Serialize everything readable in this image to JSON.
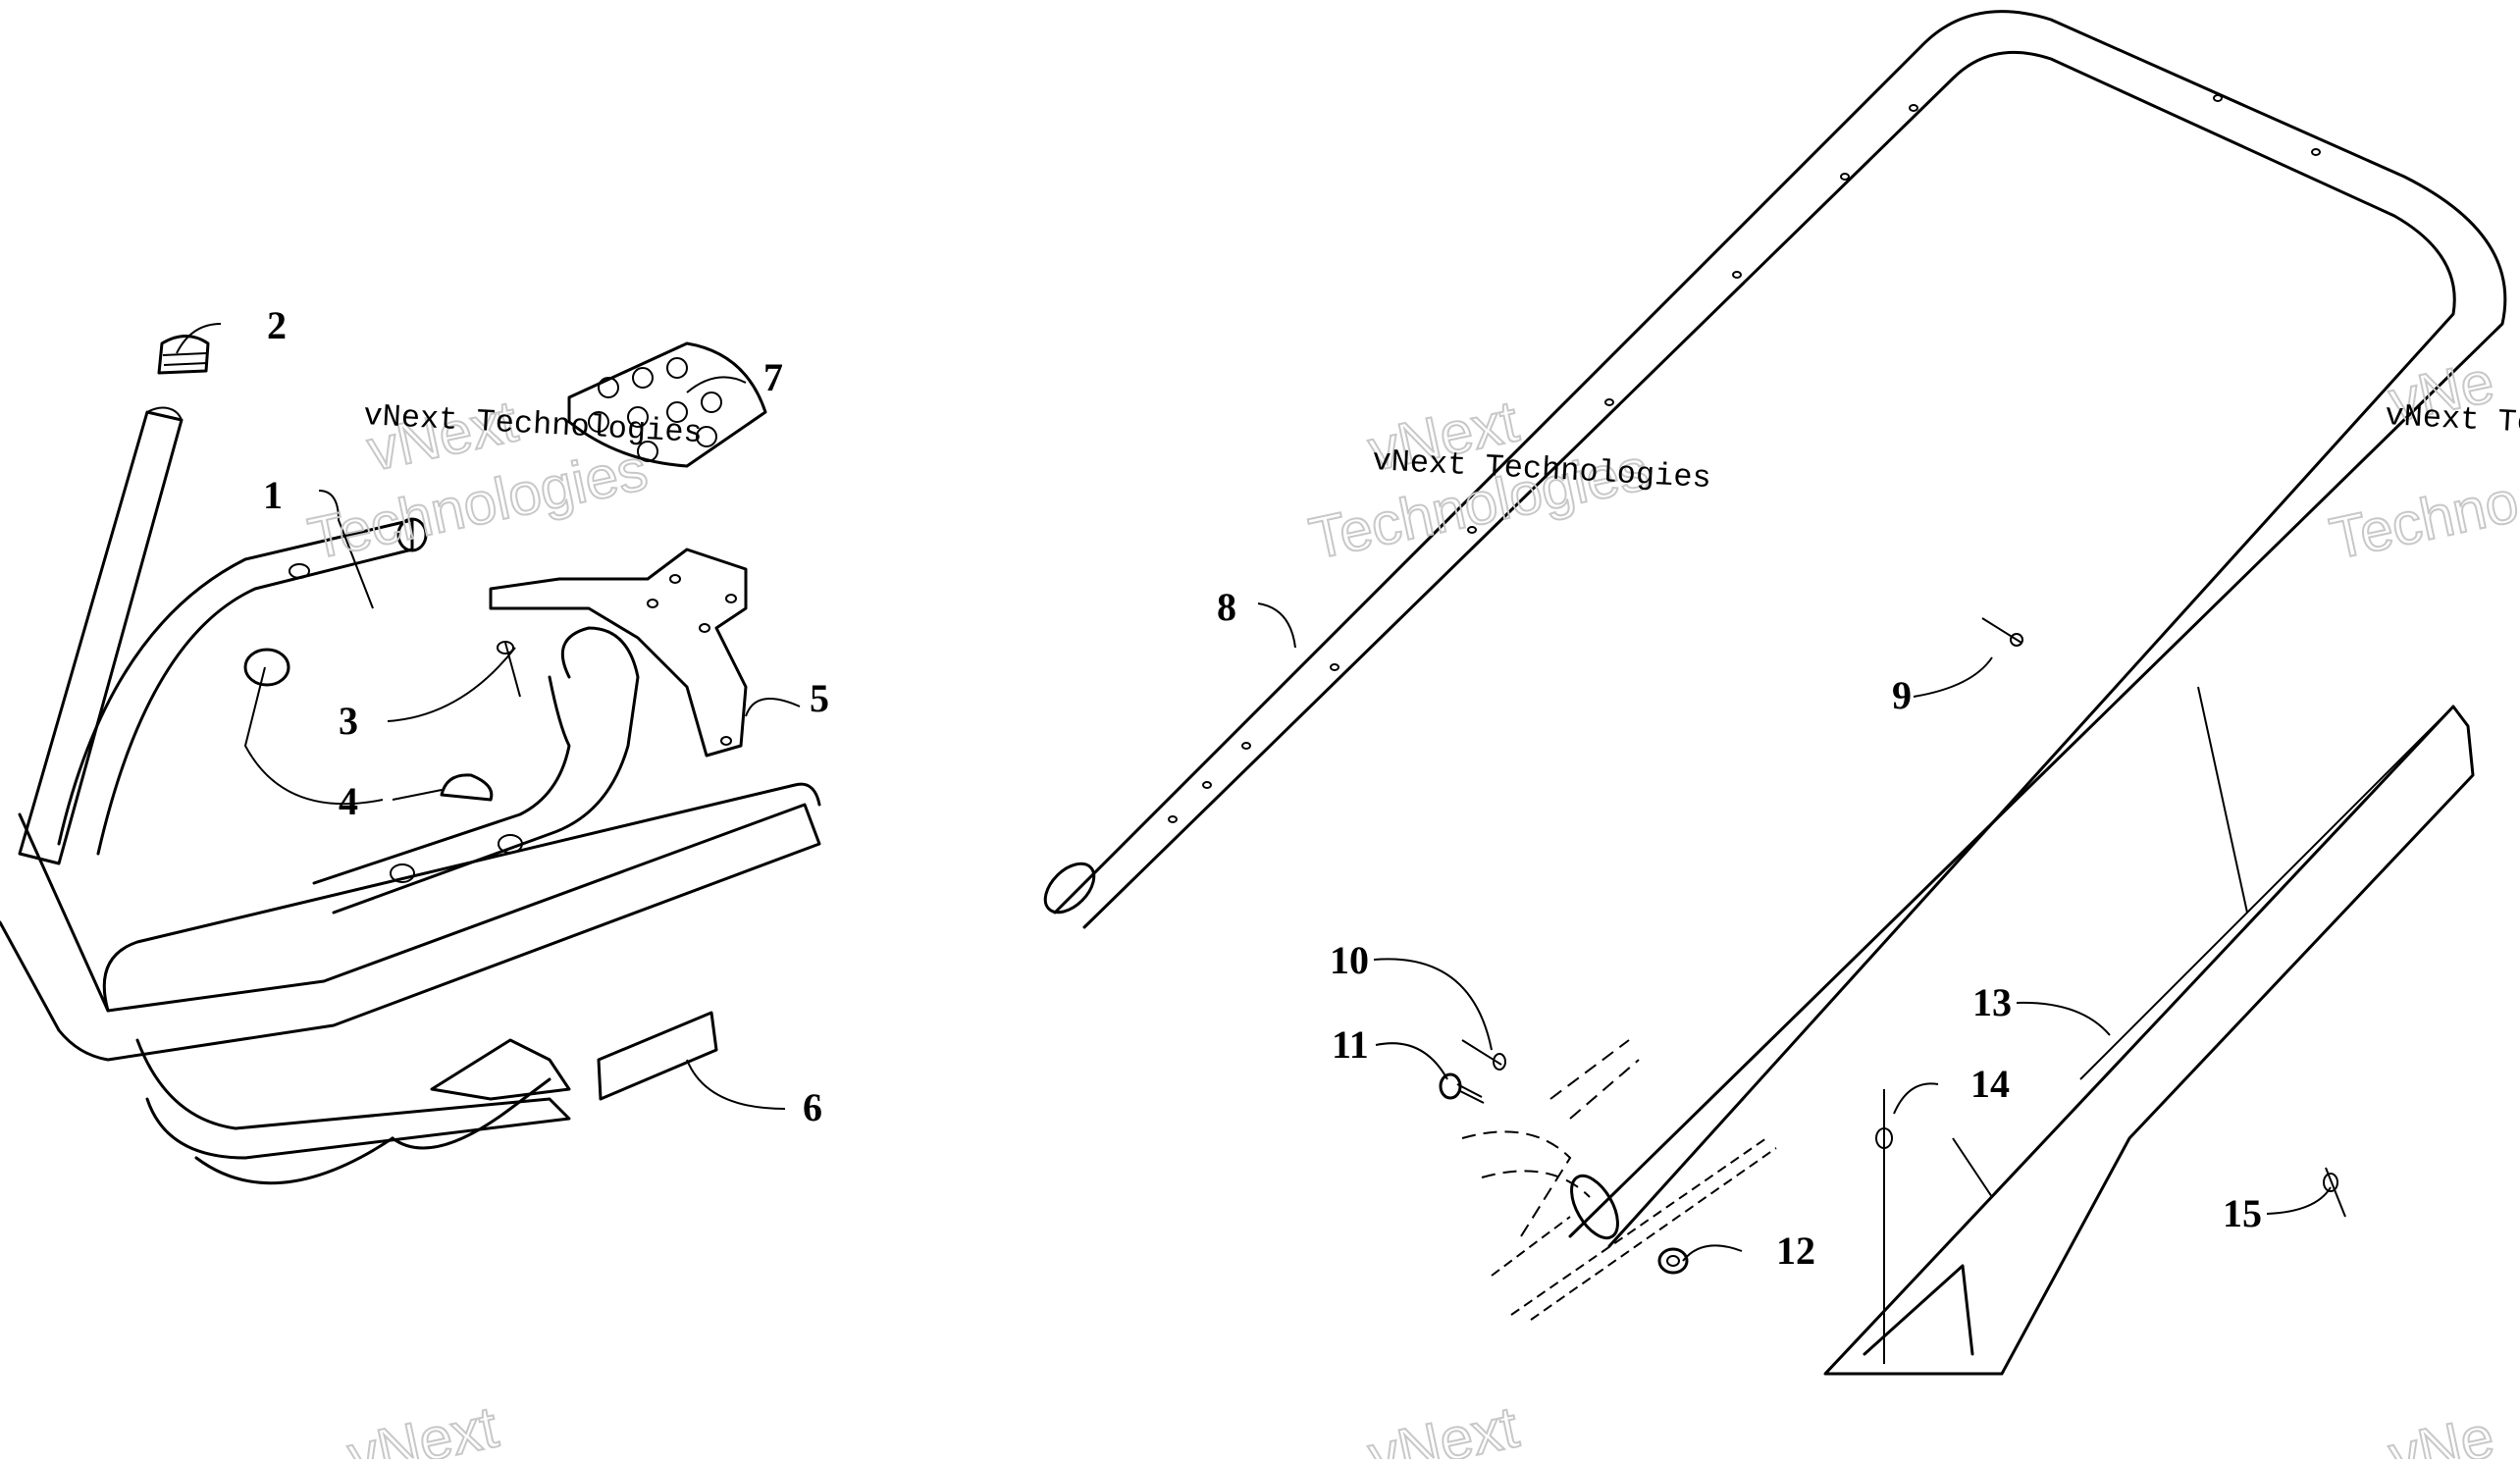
{
  "callouts": {
    "c1": "1",
    "c2": "2",
    "c3": "3",
    "c4": "4",
    "c5": "5",
    "c6": "6",
    "c7": "7",
    "c8": "8",
    "c9": "9",
    "c10": "10",
    "c11": "11",
    "c12": "12",
    "c13": "13",
    "c14": "14",
    "c15": "15"
  },
  "watermark": {
    "company": "vNext Technologies",
    "company_partial": "vNext Tec",
    "big_line1": "vNext",
    "big_line2": "Technologies",
    "big_partial_line1": "vNe",
    "big_partial_line2": "Techno"
  }
}
